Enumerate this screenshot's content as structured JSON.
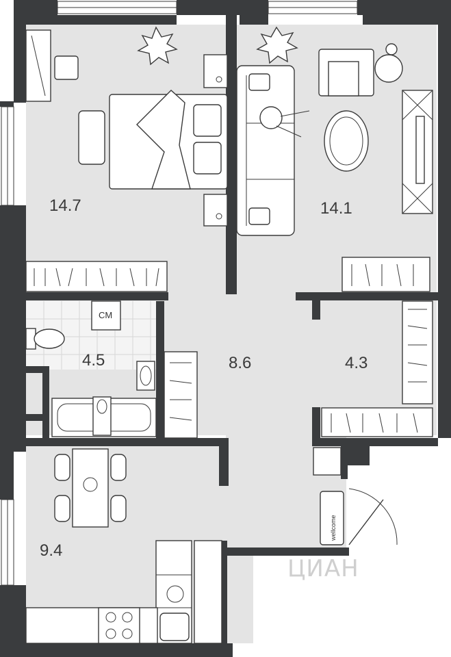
{
  "rooms": {
    "bedroom": {
      "area": "14.7"
    },
    "living_room": {
      "area": "14.1"
    },
    "bathroom": {
      "area": "4.5"
    },
    "hallway": {
      "area": "8.6"
    },
    "wardrobe": {
      "area": "4.3"
    },
    "kitchen": {
      "area": "9.4"
    }
  },
  "labels": {
    "washer": "CM",
    "doormat": "wellcome"
  },
  "watermark": {
    "text": "ЦИАН"
  },
  "colors": {
    "wall": "#3a3c3e",
    "floor": "#e4e4e4",
    "tile": "#f4f4f4",
    "furniture_line": "#3a3a3a"
  }
}
